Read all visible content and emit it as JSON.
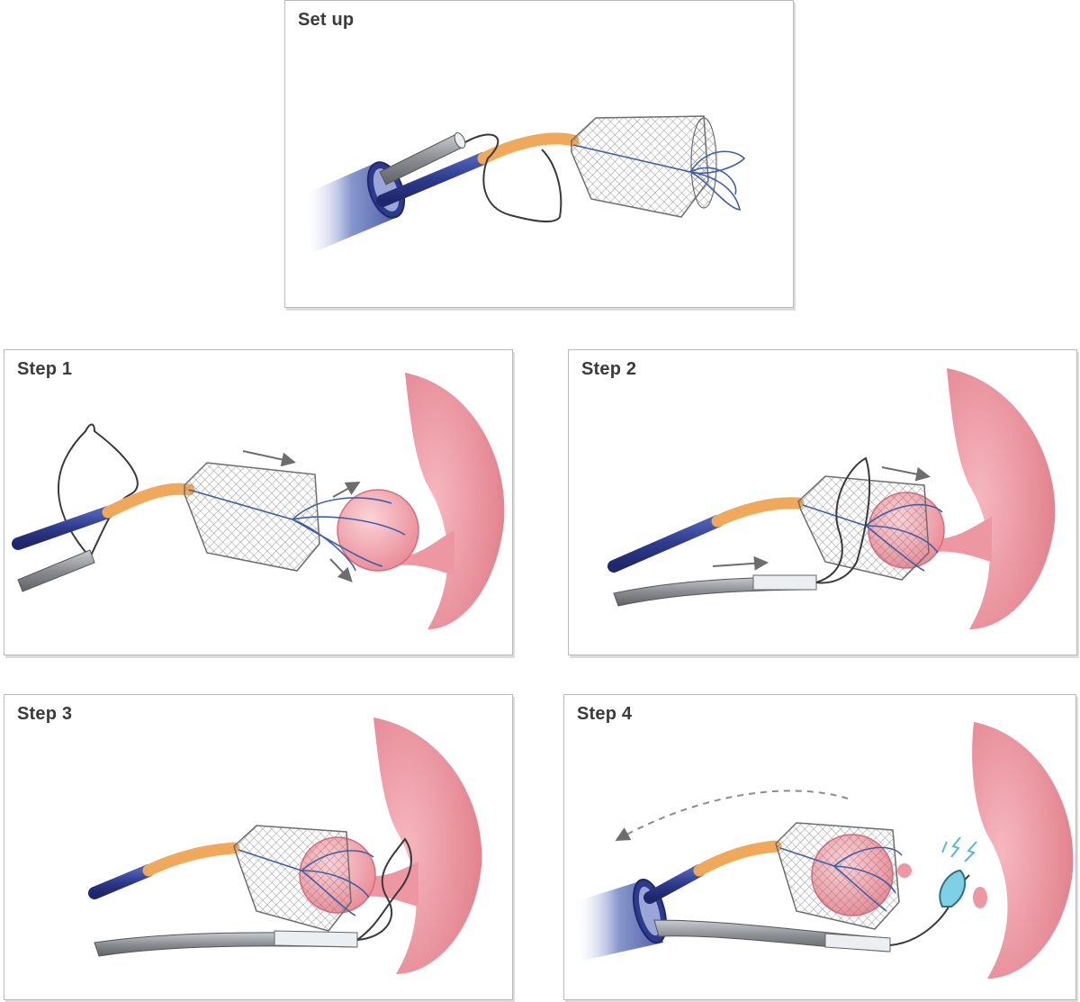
{
  "panels": {
    "setup": {
      "title": "Set up"
    },
    "step1": {
      "title": "Step 1"
    },
    "step2": {
      "title": "Step 2"
    },
    "step3": {
      "title": "Step 3"
    },
    "step4": {
      "title": "Step 4"
    }
  },
  "colors": {
    "blue_catheter": "#2e3a8c",
    "orange_segment": "#f0a95a",
    "mesh_stent": "#8c8c8c",
    "basket_wire": "#3e5fa8",
    "tissue_pink": "#e98a95",
    "polyp_pink": "#f2a1ac",
    "grey_tube": "#8a8d92",
    "energy_blue": "#58b6d8"
  },
  "icons": [
    "direction-arrow-icon",
    "spark-icon"
  ]
}
